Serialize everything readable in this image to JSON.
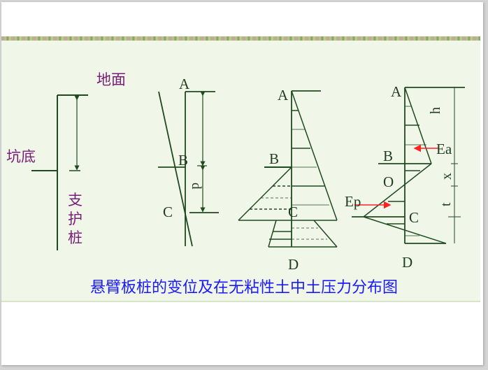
{
  "slide": {
    "caption": "悬臂板桩的变位及在无粘性土中土压力分布图",
    "colors": {
      "line": "#1f4a1f",
      "cn_label": "#7a1c7a",
      "letter": "#1f3d1f",
      "caption": "#1a1aff",
      "arrow": "#ff2020",
      "background": "#f0f6e8"
    }
  },
  "figure1": {
    "ground_label": "地面",
    "pit_bottom_label": "坑底",
    "pile_label_1": "支",
    "pile_label_2": "护",
    "pile_label_3": "桩"
  },
  "figure2": {
    "point_a": "A",
    "point_b": "B",
    "point_c": "C",
    "dim_d": "d"
  },
  "figure3": {
    "point_a": "A",
    "point_b": "B",
    "point_c": "C",
    "point_d": "D"
  },
  "figure4": {
    "point_a": "A",
    "point_b": "B",
    "point_o": "O",
    "point_c": "C",
    "point_d": "D",
    "force_ea": "Ea",
    "force_ep": "Ep",
    "dim_h": "h",
    "dim_x": "x",
    "dim_t": "t"
  }
}
